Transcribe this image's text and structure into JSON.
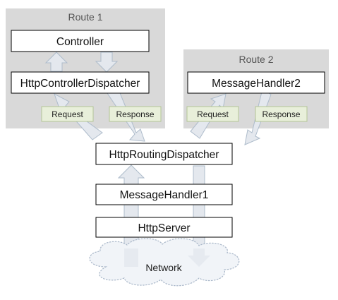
{
  "colors": {
    "group_fill": "#d9d9d9",
    "box_fill": "#ffffff",
    "box_stroke": "#000000",
    "arrow_fill": "#e4e8ee",
    "arrow_stroke": "#aebccb",
    "tag_fill": "#e8efda",
    "tag_stroke": "#b3c596",
    "cloud_fill": "#f1f4f8",
    "cloud_stroke": "#a9b7c9"
  },
  "route1": {
    "title": "Route 1",
    "controller": "Controller",
    "dispatcher": "HttpControllerDispatcher",
    "request_tag": "Request",
    "response_tag": "Response"
  },
  "route2": {
    "title": "Route 2",
    "handler": "MessageHandler2",
    "request_tag": "Request",
    "response_tag": "Response"
  },
  "pipeline": {
    "routing_dispatcher": "HttpRoutingDispatcher",
    "message_handler": "MessageHandler1",
    "server": "HttpServer"
  },
  "network": {
    "label": "Network"
  }
}
